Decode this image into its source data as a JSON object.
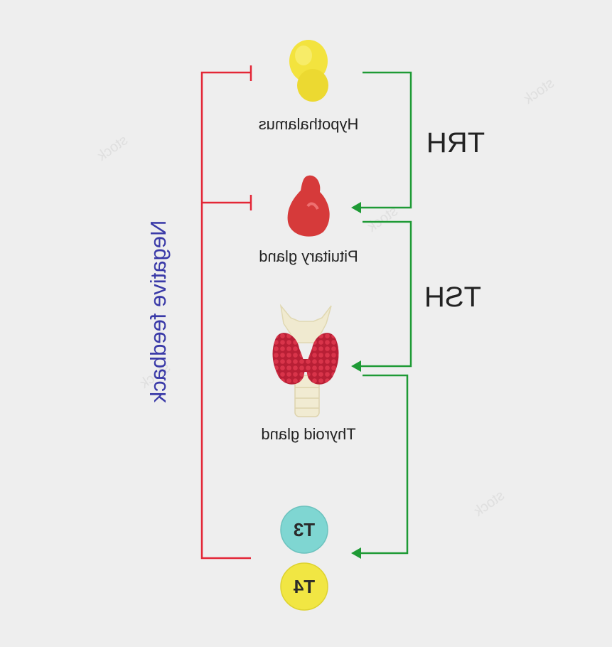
{
  "organs": {
    "hypothalamus": "Hypothalamus",
    "pituitary": "Pituitary gland",
    "thyroid": "Thyroid gland"
  },
  "hormones": {
    "trh": "TRH",
    "tsh": "TSH",
    "t3": "T3",
    "t4": "T4"
  },
  "feedback_label": "Negative feedback",
  "colors": {
    "stimulation": "#1e9a35",
    "inhibition": "#e32636",
    "t3_fill": "#7fd6d2",
    "t4_fill": "#f1e643",
    "hypothalamus_fill": "#f2e23c",
    "pituitary_fill": "#d83b3b",
    "thyroid_fill": "#c5243a",
    "feedback_text": "#3a3aa8"
  }
}
